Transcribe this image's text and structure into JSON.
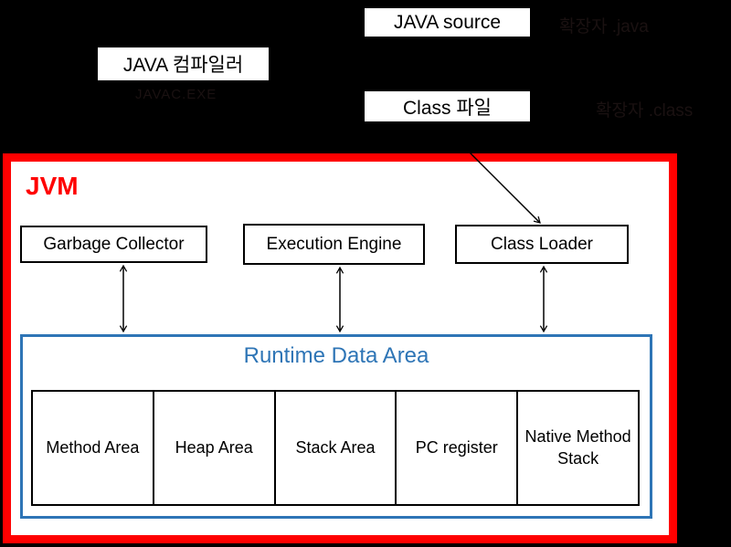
{
  "flow": {
    "java_source_label": "JAVA source",
    "java_source_note": "확장자 .java",
    "compiler_label": "JAVA 컴파일러",
    "compiler_note": "JAVAC.EXE",
    "class_file_label": "Class 파일",
    "class_file_note": "확장자 .class"
  },
  "jvm": {
    "label": "JVM",
    "components": {
      "garbage_collector": "Garbage Collector",
      "execution_engine": "Execution Engine",
      "class_loader": "Class Loader"
    },
    "runtime": {
      "title": "Runtime Data Area",
      "sections": [
        "Method Area",
        "Heap Area",
        "Stack Area",
        "PC register",
        "Native Method Stack"
      ]
    }
  },
  "colors": {
    "background": "#000000",
    "jvm_border": "#FF0000",
    "jvm_label_text": "#FF0000",
    "runtime_accent": "#2E75B6",
    "box_border": "#000000",
    "box_fill": "#FFFFFF",
    "faint_note_text": "#1A1111"
  }
}
